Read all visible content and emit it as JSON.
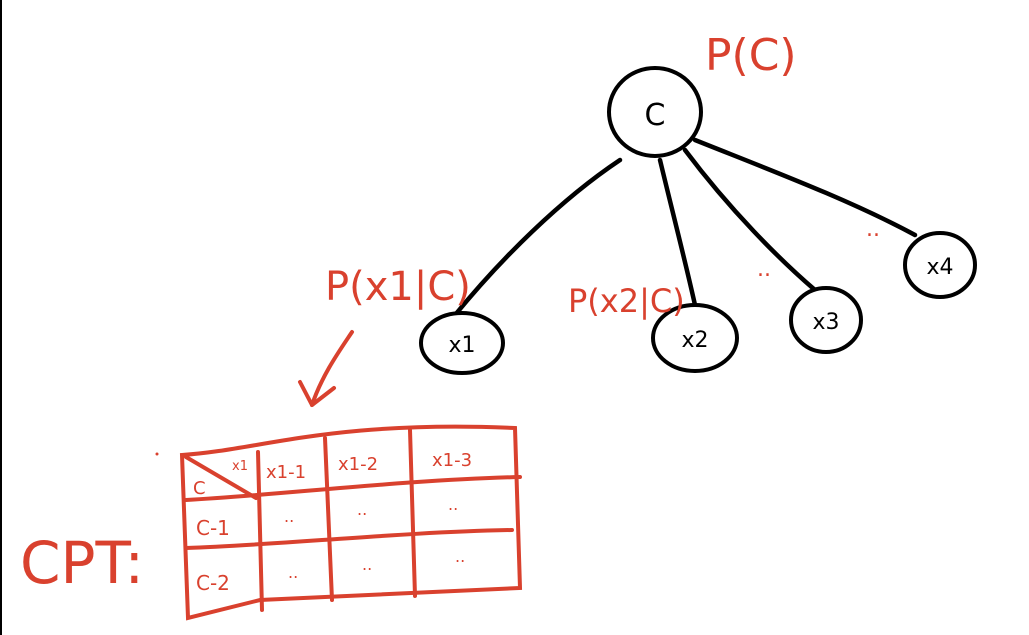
{
  "colors": {
    "ink": "#000000",
    "accent": "#d9412e",
    "background": "#ffffff"
  },
  "nodes": {
    "root": {
      "label": "C",
      "prob": "P(C)"
    },
    "children": [
      {
        "label": "x1"
      },
      {
        "label": "x2"
      },
      {
        "label": "x3"
      },
      {
        "label": "x4"
      }
    ]
  },
  "edge_labels": {
    "x1": "P(x1|C)",
    "x2": "P(x2|C)",
    "ellipsis": ".."
  },
  "cpt": {
    "label": "CPT:",
    "corner_row": "C",
    "corner_col": "x1",
    "columns": [
      "x1-1",
      "x1-2",
      "x1-3"
    ],
    "rows": [
      {
        "header": "C-1",
        "cells": [
          "..",
          "..",
          ".."
        ]
      },
      {
        "header": "C-2",
        "cells": [
          "..",
          "..",
          ".."
        ]
      }
    ]
  }
}
